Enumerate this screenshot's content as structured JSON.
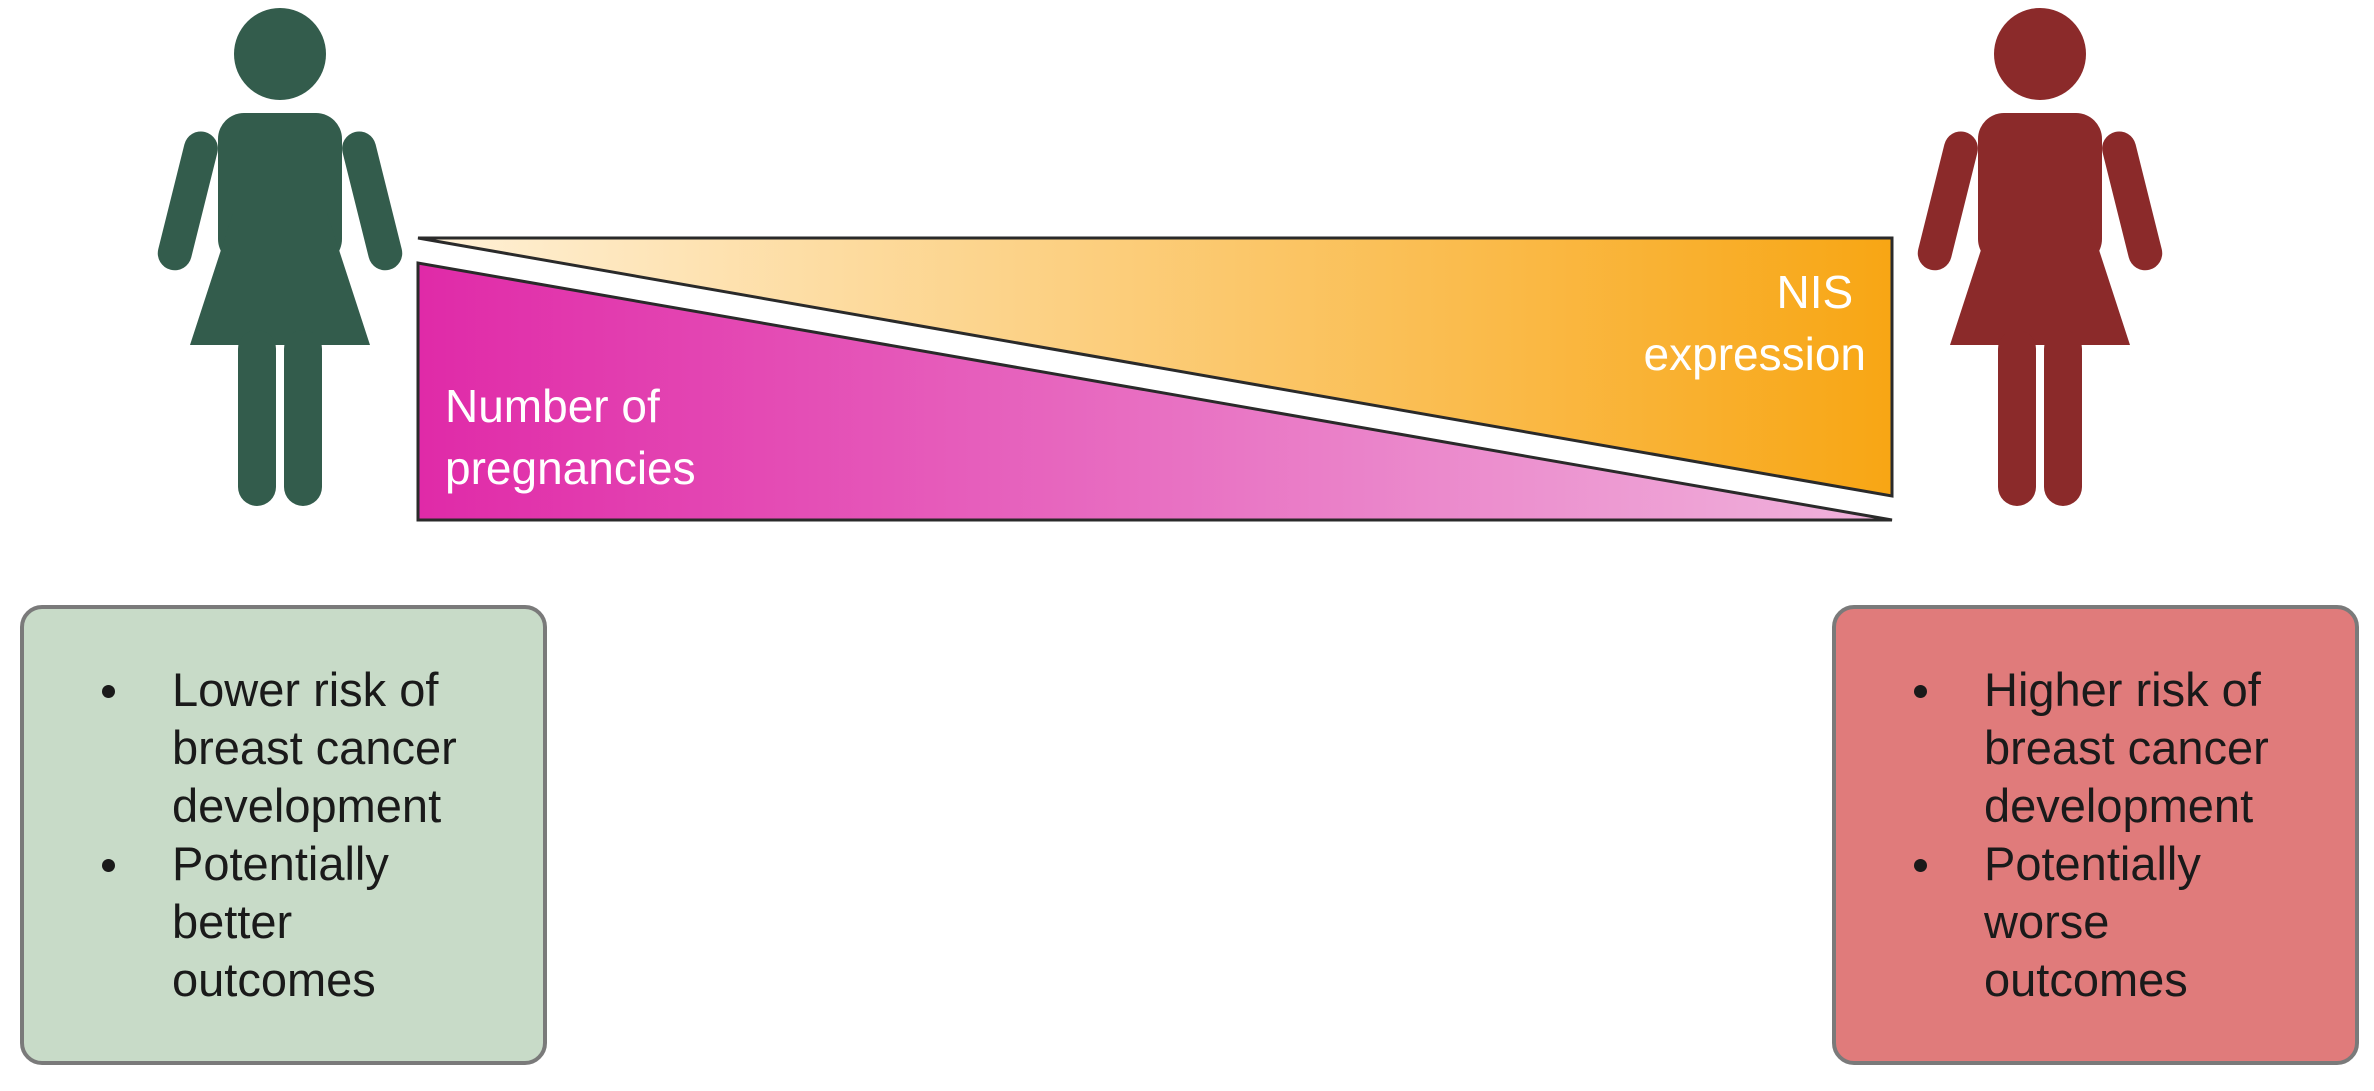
{
  "colors": {
    "woman_left": "#335c4c",
    "woman_right": "#8b2a2a",
    "pregnancies_strong": "#e02aa8",
    "pregnancies_weak": "#f0b4dc",
    "nis_weak": "#fff1d8",
    "nis_strong": "#f8a614",
    "box_left_fill": "#c8dbc8",
    "box_right_fill": "#e07b7b",
    "box_border": "#7a7a7a"
  },
  "icons": {
    "left": "woman-icon",
    "right": "woman-icon"
  },
  "triangles": {
    "pregnancies": {
      "label_line1": "Number of",
      "label_line2": "pregnancies",
      "trend": "decreasing"
    },
    "nis": {
      "label_line1": "NIS",
      "label_line2": "expression",
      "trend": "increasing"
    }
  },
  "boxes": {
    "left": {
      "items": [
        [
          "Lower risk of",
          "breast cancer",
          "development"
        ],
        [
          "Potentially",
          "better",
          "outcomes"
        ]
      ]
    },
    "right": {
      "items": [
        [
          "Higher risk of",
          "breast cancer",
          "development"
        ],
        [
          "Potentially",
          "worse",
          "outcomes"
        ]
      ]
    }
  }
}
